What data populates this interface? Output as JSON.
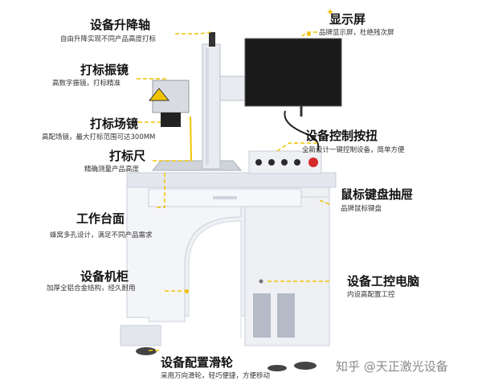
{
  "callouts": [
    {
      "id": "lift-axis",
      "title": "设备升降轴",
      "desc": "自由升降实现不同产品高度打标"
    },
    {
      "id": "scan-mirror",
      "title": "打标振镜",
      "desc": "高数字振镜，打标精准"
    },
    {
      "id": "field-lens",
      "title": "打标场镜",
      "desc": "高配场镜，最大打标范围可达300MM"
    },
    {
      "id": "ruler",
      "title": "打标尺",
      "desc": "精确测量产品高度"
    },
    {
      "id": "worktable",
      "title": "工作台面",
      "desc": "蜂窝多孔设计，满足不同产品需求"
    },
    {
      "id": "cabinet",
      "title": "设备机柜",
      "desc": "加厚全铝合金结构，经久耐用"
    },
    {
      "id": "casters",
      "title": "设备配置滑轮",
      "desc": "采用万向滑轮，轻巧便捷，方便移动"
    },
    {
      "id": "display",
      "title": "显示屏",
      "desc": "品牌显示屏，杜绝残次屏"
    },
    {
      "id": "control-buttons",
      "title": "设备控制按扭",
      "desc": "全新设计一键控制设备，简单方便"
    },
    {
      "id": "keyboard-drawer",
      "title": "鼠标键盘抽屉",
      "desc": "品牌鼠标键盘"
    },
    {
      "id": "ipc",
      "title": "设备工控电脑",
      "desc": "内设高配置工控"
    }
  ],
  "watermark": "知乎 @天正激光设备",
  "colors": {
    "accent": "#f2c400",
    "machine": "#eef0f4",
    "machine_shadow": "#c9ced8",
    "screen": "#1a1a1a"
  }
}
